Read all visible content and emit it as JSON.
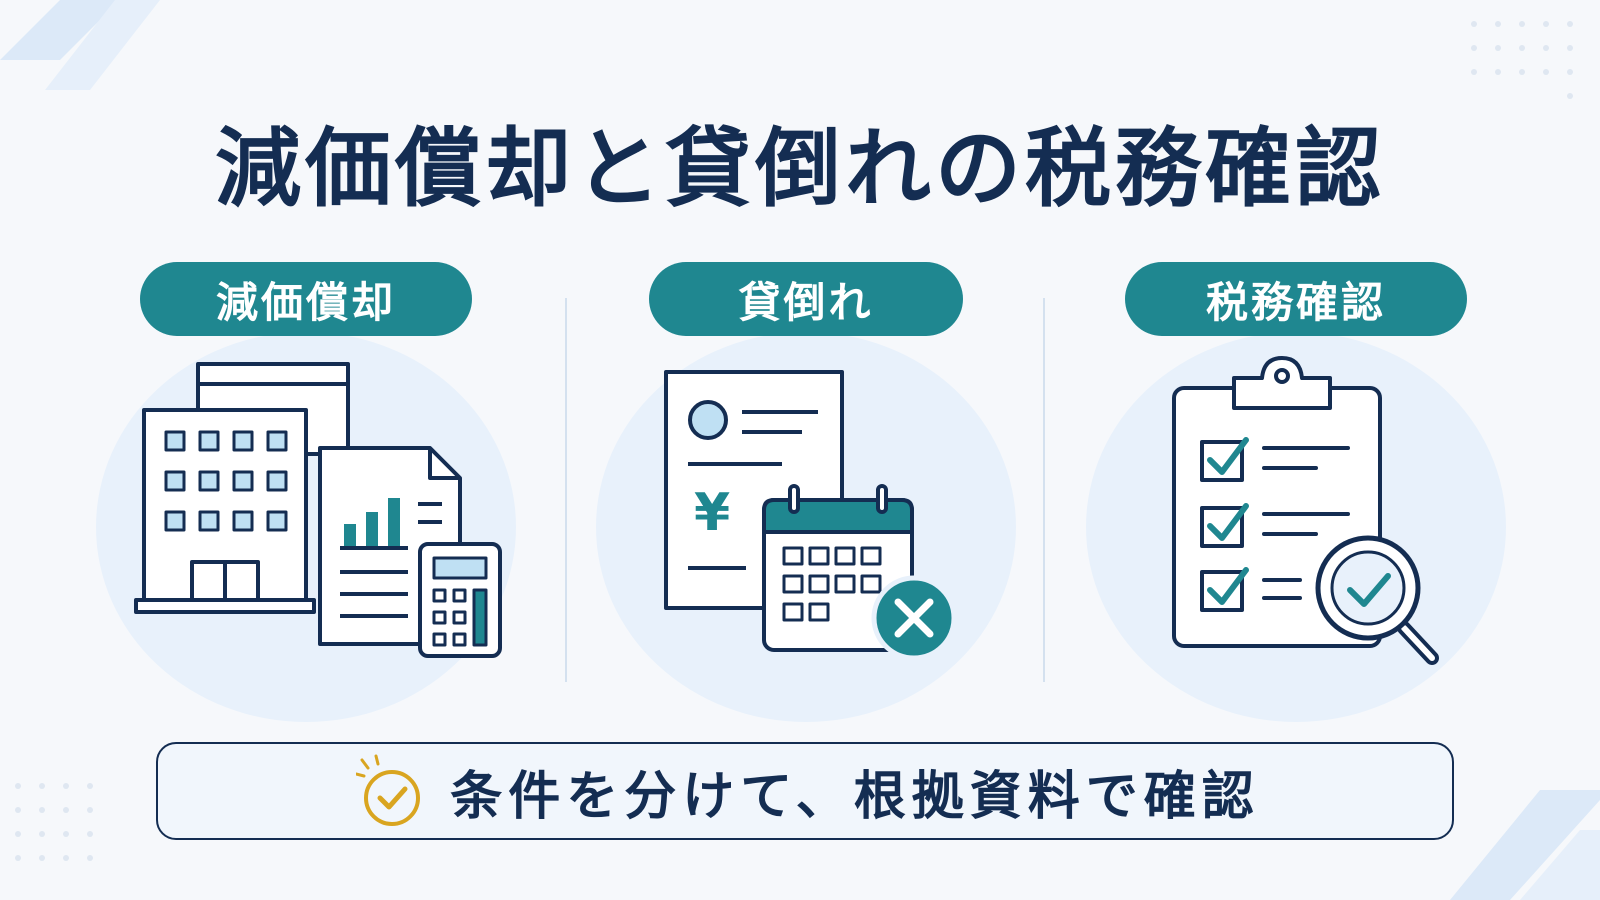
{
  "title": "減価償却と貸倒れの税務確認",
  "sections": [
    {
      "label": "減価償却",
      "icon": "building-document-calculator-icon"
    },
    {
      "label": "貸倒れ",
      "icon": "invoice-calendar-cross-icon"
    },
    {
      "label": "税務確認",
      "icon": "clipboard-checklist-magnifier-icon"
    }
  ],
  "footer": {
    "text": "条件を分けて、根拠資料で確認",
    "icon": "check-circle-icon"
  },
  "colors": {
    "navy": "#142d52",
    "teal": "#1f8790",
    "light_blue": "#bfe0f3",
    "circle_bg": "#e8f1fb",
    "gold": "#d9a520"
  }
}
